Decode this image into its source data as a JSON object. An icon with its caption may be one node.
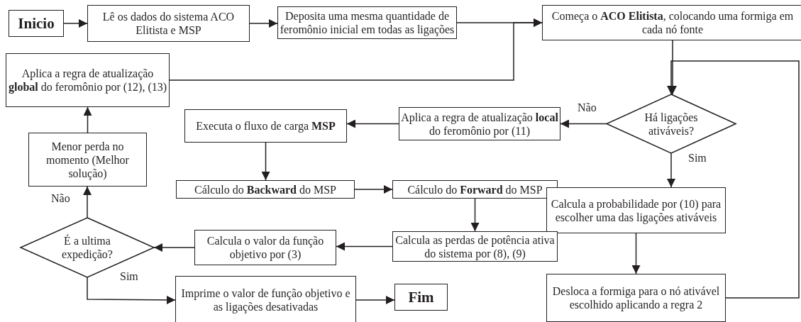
{
  "diagram": {
    "nodes": [
      {
        "text": [
          "Inicio"
        ]
      },
      {
        "text": [
          "Lê os dados do sistema ACO Elitista e MSP"
        ]
      },
      {
        "text": [
          "Deposita uma mesma quantidade de feromônio inicial em todas as ligações"
        ]
      },
      {
        "text": [
          "Começa o **ACO Elitista**, colocando uma formiga em cada nó fonte"
        ]
      },
      {
        "text": [
          "Aplica a regra de atualização **global** do feromônio por (12), (13)"
        ]
      },
      {
        "text": [
          "Há ligações ativáveis?"
        ]
      },
      {
        "text": [
          "Aplica a regra de atualização **local** do feromônio por (11)"
        ]
      },
      {
        "text": [
          "Executa o fluxo de carga **MSP**"
        ]
      },
      {
        "text": [
          "Menor perda no momento (Melhor solução)"
        ]
      },
      {
        "text": [
          "Cálculo do **Backward** do MSP"
        ]
      },
      {
        "text": [
          "Cálculo do **Forward** do MSP"
        ]
      },
      {
        "text": [
          "Calcula a probabilidade por (10) para escolher uma das ligações ativáveis"
        ]
      },
      {
        "text": [
          "É a ultima expedição?"
        ]
      },
      {
        "text": [
          "Calcula o valor da função objetivo por (3)"
        ]
      },
      {
        "text": [
          "Calcula as perdas de potência ativa do sistema por (8), (9)"
        ]
      },
      {
        "text": [
          "Imprime o valor de função objetivo e as ligações desativadas"
        ]
      },
      {
        "text": [
          "Fim"
        ]
      },
      {
        "text": [
          "Desloca a formiga para o nó ativável escolhido aplicando a regra 2"
        ]
      }
    ],
    "edges": [
      {
        "from": 0,
        "to": 1,
        "arrow": "to"
      },
      {
        "from": 1,
        "to": 2,
        "arrow": "to"
      },
      {
        "from": 2,
        "to": 3,
        "arrow": "to"
      },
      {
        "from": 4,
        "to": 3,
        "arrow": "to"
      },
      {
        "from": 3,
        "to": 5,
        "arrow": "to"
      },
      {
        "from": 17,
        "to": 5,
        "arrow": "to"
      },
      {
        "from": 5,
        "to": 6,
        "arrow": "to",
        "label": "Não"
      },
      {
        "from": 5,
        "to": 11,
        "arrow": "to",
        "label": "Sim"
      },
      {
        "from": 6,
        "to": 7,
        "arrow": "to"
      },
      {
        "from": 7,
        "to": 9,
        "arrow": "to"
      },
      {
        "from": 9,
        "to": 10,
        "arrow": "to"
      },
      {
        "from": 10,
        "to": 14,
        "arrow": "to"
      },
      {
        "from": 14,
        "to": 13,
        "arrow": "to"
      },
      {
        "from": 13,
        "to": 12,
        "arrow": "to"
      },
      {
        "from": 12,
        "to": 8,
        "arrow": "to",
        "label": "Não"
      },
      {
        "from": 8,
        "to": 4,
        "arrow": "to"
      },
      {
        "from": 12,
        "to": 15,
        "arrow": "to",
        "label": "Sim"
      },
      {
        "from": 15,
        "to": 16,
        "arrow": "to"
      },
      {
        "from": 11,
        "to": 17,
        "arrow": "to"
      }
    ]
  }
}
